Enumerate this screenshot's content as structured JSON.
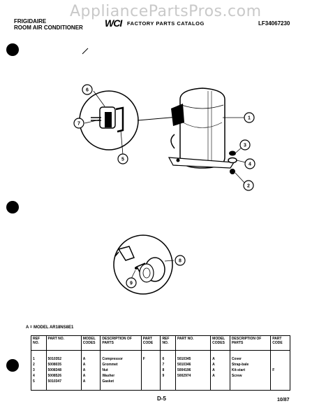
{
  "watermark": "AppliancePartsPros.com",
  "header": {
    "brand_line1": "FRIGIDAIRE",
    "brand_line2": "ROOM AIR CONDITIONER",
    "logo": "WCI",
    "catalog": "FACTORY PARTS CATALOG",
    "catalog_code": "LF34067230"
  },
  "callouts": [
    "1",
    "2",
    "3",
    "4",
    "5",
    "6",
    "7",
    "8",
    "9"
  ],
  "model_note": "A = MODEL AR18NS8E1",
  "table": {
    "headers": [
      "REF NO.",
      "PART NO.",
      "MODEL CODES",
      "DESCRIPTION OF PARTS",
      "PART CODE",
      "REF NO.",
      "PART NO.",
      "MODEL CODES",
      "DESCRIPTION OF PARTS",
      "PART CODE"
    ],
    "left_rows": [
      {
        "ref": "1",
        "part": "5010352",
        "model": "A",
        "desc": "Compressor",
        "code": "F"
      },
      {
        "ref": "2",
        "part": "5008035",
        "model": "A",
        "desc": "Grommet",
        "code": ""
      },
      {
        "ref": "3",
        "part": "5008348",
        "model": "A",
        "desc": "Nut",
        "code": ""
      },
      {
        "ref": "4",
        "part": "5008526",
        "model": "A",
        "desc": "Washer",
        "code": ""
      },
      {
        "ref": "5",
        "part": "5010347",
        "model": "A",
        "desc": "Gasket",
        "code": ""
      }
    ],
    "right_rows": [
      {
        "ref": "6",
        "part": "5010345",
        "model": "A",
        "desc": "Cover",
        "code": ""
      },
      {
        "ref": "7",
        "part": "5010346",
        "model": "A",
        "desc": "Strap-bale",
        "code": ""
      },
      {
        "ref": "8",
        "part": "5004196",
        "model": "A",
        "desc": "Kit-start",
        "code": "F"
      },
      {
        "ref": "9",
        "part": "5002974",
        "model": "A",
        "desc": "Screw",
        "code": ""
      }
    ]
  },
  "page_number": "D-5",
  "date": "10/87"
}
